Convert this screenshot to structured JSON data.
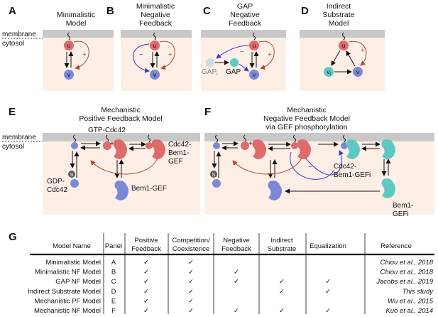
{
  "colors": {
    "membrane": "#c8c8c8",
    "cytosol": "#fdeee6",
    "u_node": "#e06a6a",
    "v_node": "#7b88d6",
    "gap": "#5ec9c4",
    "gap_i": "#c8dede",
    "pos_arrow": "#b04a2c",
    "neg_arrow": "#3a3acf"
  },
  "side_labels": {
    "membrane": "membrane",
    "cytosol": "cytosol"
  },
  "panels": {
    "A": {
      "letter": "A",
      "title_lines": [
        "Minimalistic",
        "Model"
      ]
    },
    "B": {
      "letter": "B",
      "title_lines": [
        "Minimalistic",
        "Negative",
        "Feedback"
      ]
    },
    "C": {
      "letter": "C",
      "title_lines": [
        "GAP",
        "Negative",
        "Feedback"
      ],
      "gap_i_base": "GAP",
      "gap_i_sub": "i",
      "gap": "GAP"
    },
    "D": {
      "letter": "D",
      "title_lines": [
        "Indirect",
        "Substrate",
        "Model"
      ],
      "vi_base": "v",
      "vi_sub": "i"
    },
    "E": {
      "letter": "E",
      "title_lines": [
        "Mechanistic",
        "Positive Feedback Model"
      ],
      "gtp": "GTP-Cdc42",
      "gdp": [
        "GDP-",
        "Cdc42"
      ],
      "bem1_gef": "Bem1-GEF",
      "complex": [
        "Cdc42-",
        "Bem1-",
        "GEF"
      ]
    },
    "F": {
      "letter": "F",
      "title_lines": [
        "Mechanistic",
        "Negative Feedback Model",
        "via GEF phosphorylation"
      ],
      "complex": [
        "Cdc42-",
        "Bem1-GEFi"
      ],
      "bem1_gefi": [
        "Bem1-",
        "GEFi"
      ]
    },
    "G": {
      "letter": "G"
    }
  },
  "node_letters": {
    "u": "u",
    "v": "v"
  },
  "signs": {
    "plus": "+",
    "minus": "−",
    "s": "S"
  },
  "table": {
    "headers": [
      "Model Name",
      "Panel",
      "Positive Feedback",
      "Competition/ Coexistence",
      "Negative Feedback",
      "Indirect Substrate",
      "Equalization",
      "Reference"
    ],
    "header_lines": [
      [
        "Model Name"
      ],
      [
        "Panel"
      ],
      [
        "Positive",
        "Feedback"
      ],
      [
        "Competition/",
        "Coexistence"
      ],
      [
        "Negative",
        "Feedback"
      ],
      [
        "Indirect",
        "Substrate"
      ],
      [
        "Equalization"
      ],
      [
        "Reference"
      ]
    ],
    "check": "✓",
    "rows": [
      {
        "name": "Minimalistic Model",
        "panel": "A",
        "checks": [
          true,
          true,
          false,
          false,
          false
        ],
        "ref": "Chiou et al., 2018"
      },
      {
        "name": "Minimalistic NF Model",
        "panel": "B",
        "checks": [
          true,
          true,
          true,
          false,
          false
        ],
        "ref": "Chiou et al., 2018"
      },
      {
        "name": "GAP NF Model",
        "panel": "C",
        "checks": [
          true,
          true,
          true,
          true,
          true
        ],
        "ref": "Jacobs et al., 2019"
      },
      {
        "name": "Indirect Substrate Model",
        "panel": "D",
        "checks": [
          true,
          true,
          false,
          true,
          true
        ],
        "ref": "This study"
      },
      {
        "name": "Mechanistic PF Model",
        "panel": "E",
        "checks": [
          true,
          true,
          false,
          false,
          false
        ],
        "ref": "Wu et al., 2015"
      },
      {
        "name": "Mechanistic NF Model",
        "panel": "F",
        "checks": [
          true,
          true,
          true,
          true,
          true
        ],
        "ref": "Kuo et al., 2014"
      }
    ]
  }
}
